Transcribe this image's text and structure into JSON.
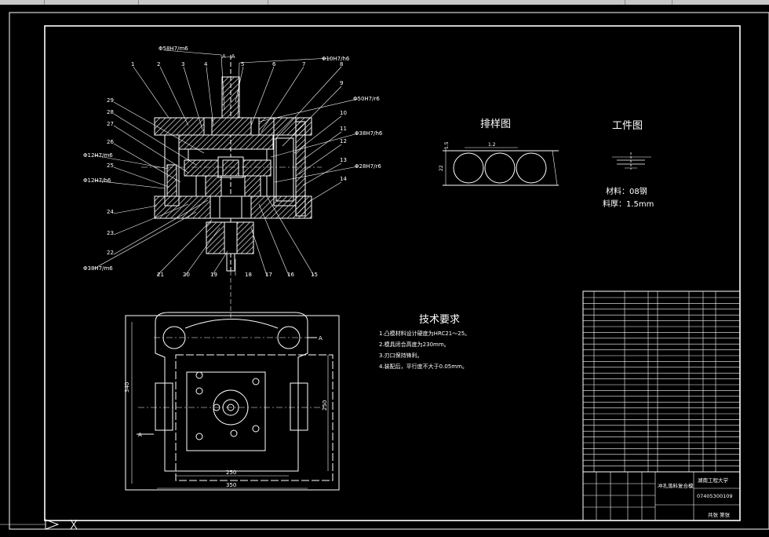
{
  "drawing": {
    "section_label": "A—A",
    "fit_labels": [
      "Φ58H7/m6",
      "Φ10H7/h6",
      "Φ50H7/r6",
      "Φ38H7/h6",
      "Φ28H7/r6",
      "Φ12H7/m6",
      "Φ12H7/h6",
      "Φ38H7/m6"
    ],
    "part_numbers_top": [
      "1",
      "2",
      "3",
      "4",
      "5",
      "6",
      "7",
      "8",
      "9",
      "10",
      "11",
      "12",
      "13",
      "14"
    ],
    "part_numbers_left": [
      "29",
      "28",
      "27",
      "26",
      "25",
      "24",
      "23",
      "22"
    ],
    "part_numbers_bottom": [
      "21",
      "20",
      "19",
      "18",
      "17",
      "16",
      "15"
    ],
    "plan_view_marks": {
      "section_mark": "A",
      "left_dim": "340",
      "right_dim": "250",
      "bottom_inner": "250",
      "bottom_outer": "350"
    }
  },
  "layout_title": {
    "text": "排样图",
    "dims": [
      "1.5",
      "1.2",
      "22"
    ]
  },
  "workpiece": {
    "title": "工件图",
    "material": "材料：08钢",
    "thickness": "料厚：1.5mm"
  },
  "tech_req": {
    "title": "技术要求",
    "items": [
      "1.凸模材料设计硬度为HRC21〜25。",
      "2.模具闭合高度为230mm。",
      "3.刃口保持锋利。",
      "4.装配后，平行度不大于0.05mm。"
    ]
  },
  "title_block": {
    "drawing_name": "冲孔落料复合模",
    "school": "湖南工程大学",
    "drawing_no": "07405300109",
    "sheet": "共张 第张"
  },
  "colors": {
    "background": "#000000",
    "lines": "#ffffff",
    "hatch": "#e0e0e0",
    "tabbar": "#c8c8c8"
  }
}
